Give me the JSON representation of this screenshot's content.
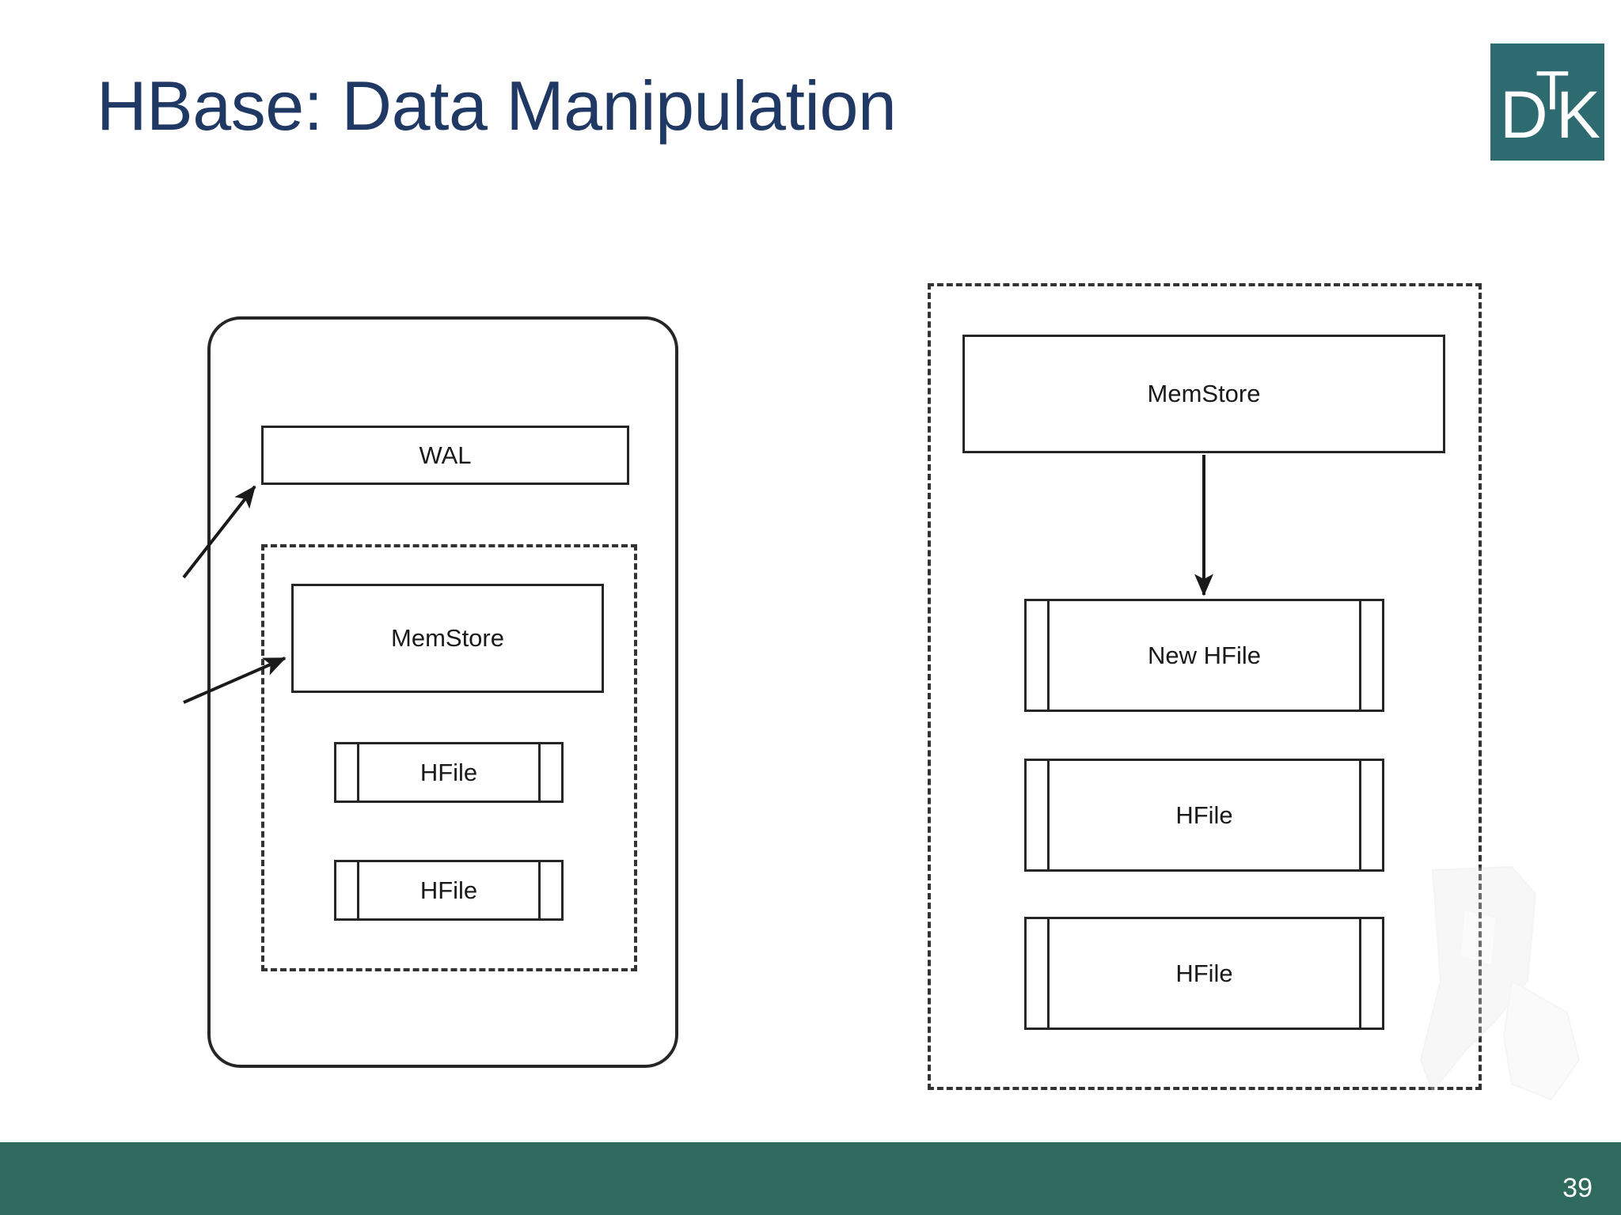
{
  "slide": {
    "title": "HBase: Data Manipulation",
    "page_number": "39",
    "title_color": "#1F3864",
    "footer_color": "#2E6B5E",
    "logo_color": "#2E6B70"
  },
  "logo": {
    "letters": [
      "D",
      "T",
      "K"
    ],
    "alt": "DTK"
  },
  "left_diagram": {
    "name": "region-server-write-path",
    "wal_label": "WAL",
    "memstore_label": "MemStore",
    "hfiles": [
      {
        "label": "HFile"
      },
      {
        "label": "HFile"
      }
    ],
    "incoming_arrows": 2
  },
  "right_diagram": {
    "name": "memstore-flush-to-new-hfile",
    "memstore_label": "MemStore",
    "new_hfile_label": "New HFile",
    "hfiles": [
      {
        "label": "HFile"
      },
      {
        "label": "HFile"
      }
    ],
    "flush_arrow": true
  }
}
